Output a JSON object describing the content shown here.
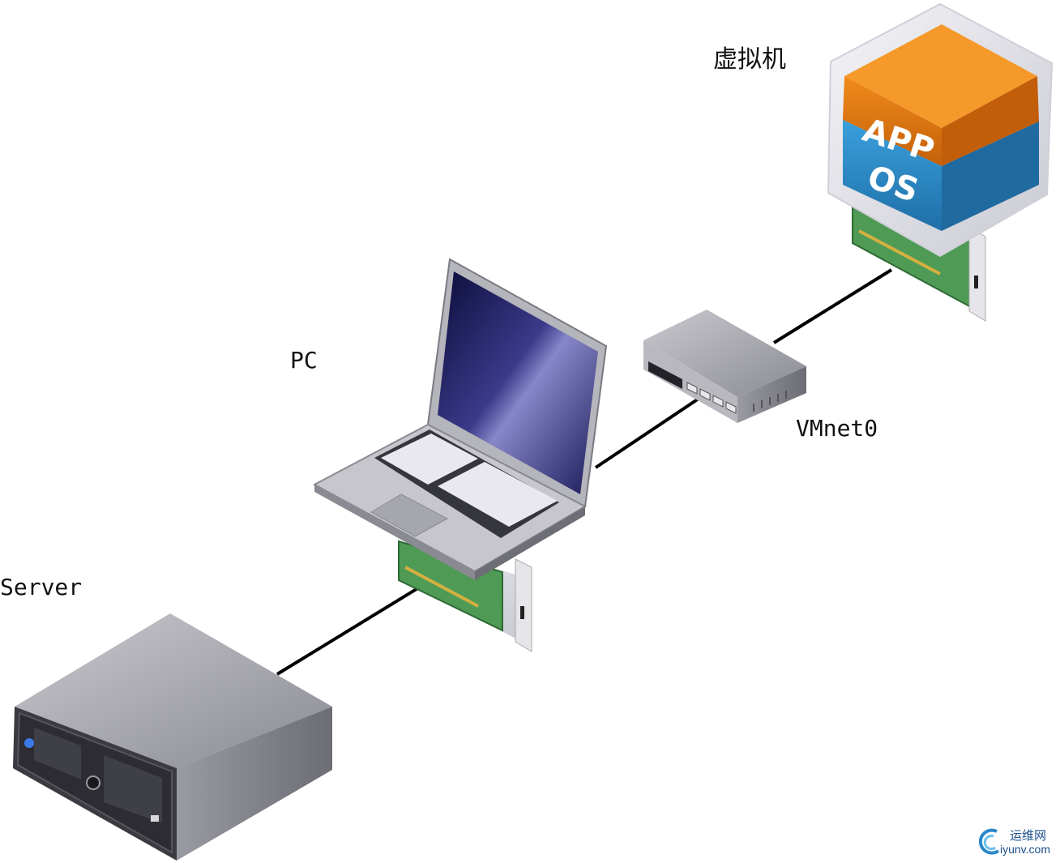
{
  "labels": {
    "vm": "虚拟机",
    "pc": "PC",
    "vmnet": "VMnet0",
    "server": "Server"
  },
  "vm_cube": {
    "app_text": "APP",
    "os_text": "OS"
  },
  "watermark": {
    "cn": "运维网",
    "url": "iyunv.com"
  },
  "colors": {
    "app_orange": "#e07a10",
    "os_blue": "#2a8ac8",
    "line": "#000000",
    "device_grey": "#8d8d96",
    "nic_green": "#4f9a55"
  }
}
